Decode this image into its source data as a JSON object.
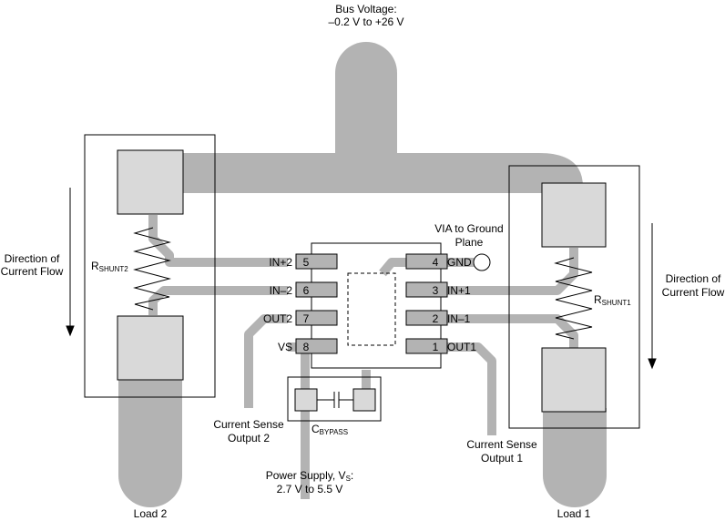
{
  "bus_voltage": {
    "line1": "Bus Voltage:",
    "line2": "–0.2 V to +26 V"
  },
  "via": {
    "line1": "VIA to Ground",
    "line2": "Plane"
  },
  "direction_left": {
    "line1": "Direction of",
    "line2": "Current Flow"
  },
  "direction_right": {
    "line1": "Direction of",
    "line2": "Current Flow"
  },
  "rshunt2": {
    "main": "R",
    "sub": "SHUNT2"
  },
  "rshunt1": {
    "main": "R",
    "sub": "SHUNT1"
  },
  "cbypass": {
    "main": "C",
    "sub": "BYPASS"
  },
  "pins_left": [
    {
      "name": "IN+2",
      "number": "5"
    },
    {
      "name": "IN–2",
      "number": "6"
    },
    {
      "name": "OUT2",
      "number": "7"
    },
    {
      "name": "VS",
      "number": "8"
    }
  ],
  "pins_right": [
    {
      "name": "GND",
      "number": "4"
    },
    {
      "name": "IN+1",
      "number": "3"
    },
    {
      "name": "IN–1",
      "number": "2"
    },
    {
      "name": "OUT1",
      "number": "1"
    }
  ],
  "current_sense_2": {
    "line1": "Current Sense",
    "line2": "Output 2"
  },
  "current_sense_1": {
    "line1": "Current Sense",
    "line2": "Output 1"
  },
  "power_supply": {
    "line1_main": "Power Supply, V",
    "line1_sub": "S",
    "line1_end": ":",
    "line2": "2.7 V to 5.5 V"
  },
  "load2": "Load 2",
  "load1": "Load 1",
  "colors": {
    "trace": "#b3b3b3",
    "pad": "#d9d9d9",
    "outline": "#000000"
  }
}
